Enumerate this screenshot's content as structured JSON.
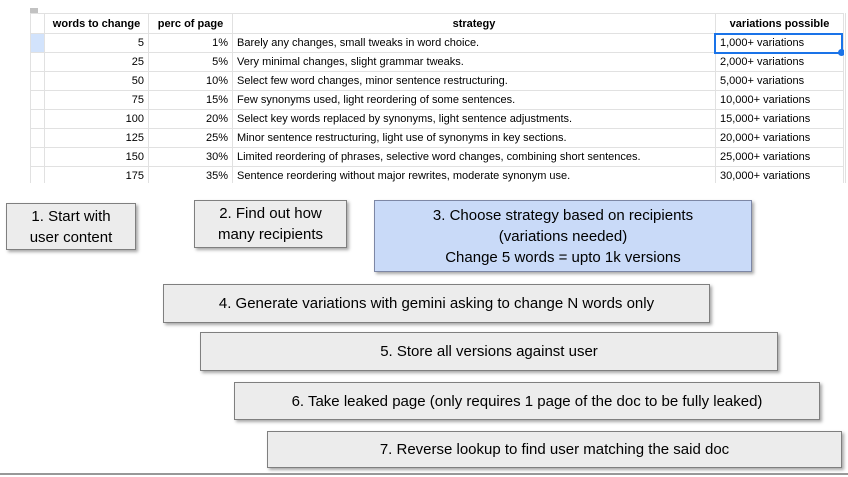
{
  "spreadsheet": {
    "headers": {
      "rownum": "",
      "words": "words to change",
      "perc": "perc of page",
      "strategy": "strategy",
      "variations": "variations possible"
    },
    "rows": [
      {
        "words": "5",
        "perc": "1%",
        "strategy": "Barely any changes, small tweaks in word choice.",
        "variations": "1,000+ variations"
      },
      {
        "words": "25",
        "perc": "5%",
        "strategy": "Very minimal changes, slight grammar tweaks.",
        "variations": "2,000+ variations"
      },
      {
        "words": "50",
        "perc": "10%",
        "strategy": "Select few word changes, minor sentence restructuring.",
        "variations": "5,000+ variations"
      },
      {
        "words": "75",
        "perc": "15%",
        "strategy": "Few synonyms used, light reordering of some sentences.",
        "variations": "10,000+ variations"
      },
      {
        "words": "100",
        "perc": "20%",
        "strategy": "Select key words replaced by synonyms, light sentence adjustments.",
        "variations": "15,000+ variations"
      },
      {
        "words": "125",
        "perc": "25%",
        "strategy": "Minor sentence restructuring, light use of synonyms in key sections.",
        "variations": "20,000+ variations"
      },
      {
        "words": "150",
        "perc": "30%",
        "strategy": "Limited reordering of phrases, selective word changes, combining short sentences.",
        "variations": "25,000+ variations"
      },
      {
        "words": "175",
        "perc": "35%",
        "strategy": "Sentence reordering without major rewrites, moderate synonym use.",
        "variations": "30,000+ variations"
      }
    ],
    "selection": {
      "row_index": 0,
      "column": "variations",
      "accent_color": "#1a73e8",
      "row_header_highlight": "#d2e3fc"
    }
  },
  "flowchart": {
    "boxes": [
      {
        "step": 1,
        "fill": "#ececec",
        "lines": [
          "1. Start with",
          "user content"
        ]
      },
      {
        "step": 2,
        "fill": "#ececec",
        "lines": [
          "2. Find out how",
          "many recipients"
        ]
      },
      {
        "step": 3,
        "fill": "#c9daf8",
        "lines": [
          "3. Choose strategy based on recipients",
          "(variations needed)",
          "Change 5 words = upto 1k versions"
        ]
      },
      {
        "step": 4,
        "fill": "#ececec",
        "lines": [
          "4. Generate variations with gemini asking to change N words only"
        ]
      },
      {
        "step": 5,
        "fill": "#ececec",
        "lines": [
          "5. Store all versions against user"
        ]
      },
      {
        "step": 6,
        "fill": "#ececec",
        "lines": [
          "6. Take leaked page (only requires 1 page of the doc to be fully leaked)"
        ]
      },
      {
        "step": 7,
        "fill": "#ececec",
        "lines": [
          "7. Reverse lookup to find user matching the said doc"
        ]
      }
    ]
  },
  "colors": {
    "gridline": "#e1e1e1",
    "selection_blue": "#1a73e8",
    "box_border": "#7f7f7f",
    "blue_box_fill": "#c9daf8"
  }
}
